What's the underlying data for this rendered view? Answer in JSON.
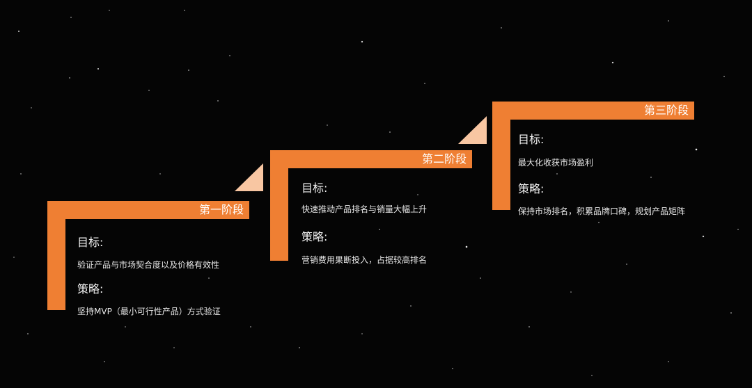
{
  "colors": {
    "background": "#050505",
    "accent": "#ef7f33",
    "accent_light": "#f8c6a2",
    "text": "#f2f2f2"
  },
  "stages": [
    {
      "title": "第一阶段",
      "goal_label": "目标:",
      "goal": "验证产品与市场契合度以及价格有效性",
      "strategy_label": "策略:",
      "strategy": "坚持MVP（最小可行性产品）方式验证"
    },
    {
      "title": "第二阶段",
      "goal_label": "目标:",
      "goal": "快速推动产品排名与销量大幅上升",
      "strategy_label": "策略:",
      "strategy": "营销费用果断投入，占据较高排名"
    },
    {
      "title": "第三阶段",
      "goal_label": "目标:",
      "goal": "最大化收获市场盈利",
      "strategy_label": "策略:",
      "strategy": "保持市场排名，积累品牌口碑，规划产品矩阵"
    }
  ]
}
